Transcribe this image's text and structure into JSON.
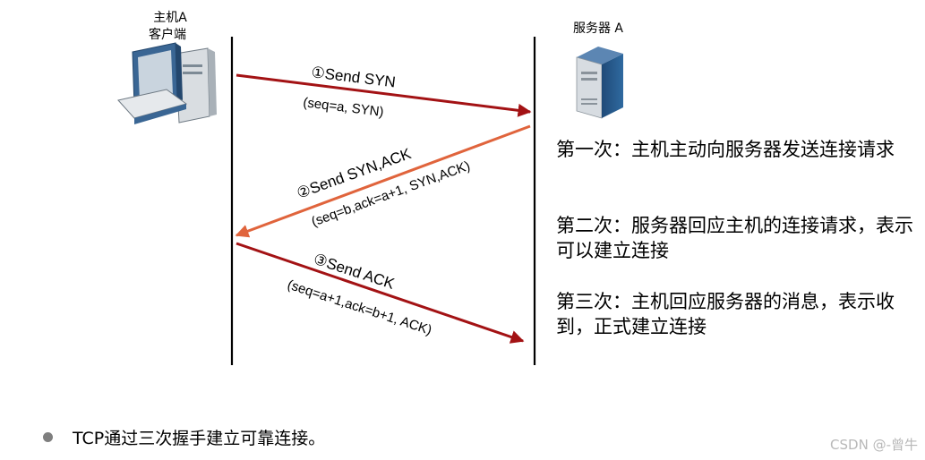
{
  "host": {
    "title_line1": "主机A",
    "title_line2": "客户端"
  },
  "server": {
    "title": "服务器 A"
  },
  "steps": [
    {
      "label": "①Send SYN",
      "params": "(seq=a, SYN)",
      "direction": "host-to-server",
      "color": "#a31214"
    },
    {
      "label": "②Send SYN,ACK",
      "params": "(seq=b,ack=a+1, SYN,ACK)",
      "direction": "server-to-host",
      "color": "#e0643c"
    },
    {
      "label": "③Send ACK",
      "params": "(seq=a+1,ack=b+1, ACK)",
      "direction": "host-to-server",
      "color": "#a31214"
    }
  ],
  "notes": [
    "第一次：主机主动向服务器发送连接请求",
    "第二次：服务器回应主机的连接请求，表示可以建立连接",
    "第三次：主机回应服务器的消息，表示收到，正式建立连接"
  ],
  "bullet": {
    "text": "TCP通过三次握手建立可靠连接。"
  },
  "watermark": "CSDN @-曾牛",
  "icons": {
    "host": "desktop-computer-icon",
    "server": "server-tower-icon"
  },
  "colors": {
    "timeline": "#000000",
    "icon_blue": "#3a6694",
    "icon_gray": "#c8ccd0"
  }
}
